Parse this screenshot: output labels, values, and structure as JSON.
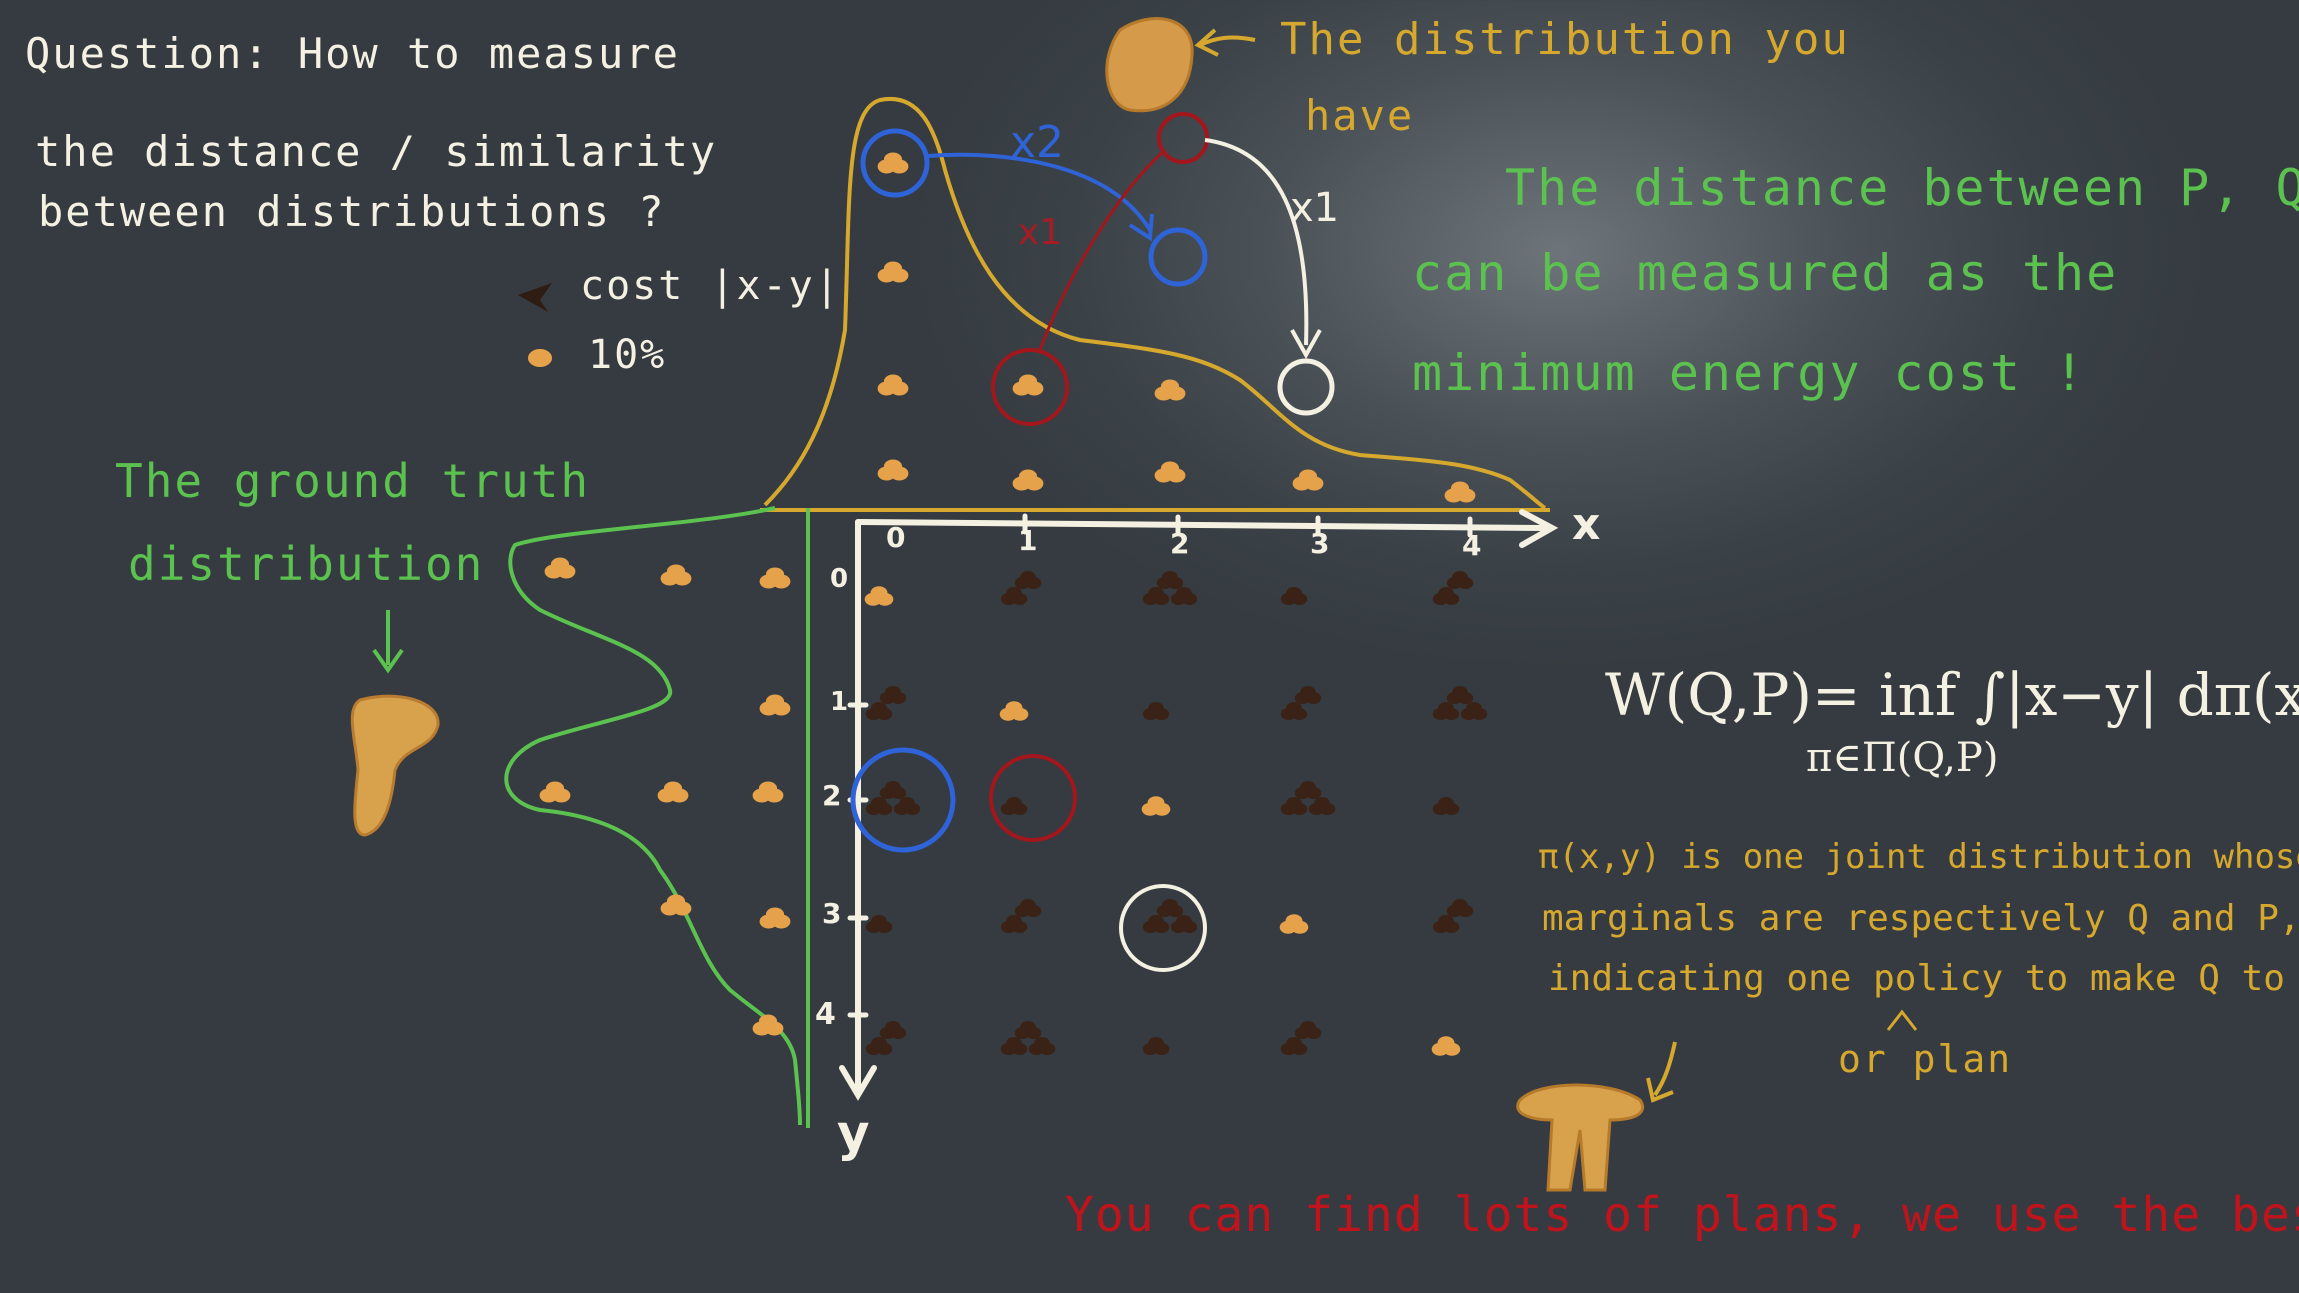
{
  "question_lines": [
    "Question: How to measure",
    "the distance / similarity",
    "between distributions ?"
  ],
  "legend": {
    "cost_label": "cost |x-y|",
    "unit_label": "10%"
  },
  "ground_truth_label_lines": [
    "The ground truth",
    "distribution"
  ],
  "have_label_lines": [
    "The distribution you",
    "have"
  ],
  "distance_note_lines": [
    "The distance between P, Q",
    "can be measured as the",
    "minimum energy cost !"
  ],
  "moves": {
    "blue": "x2",
    "red": "x1",
    "white": "x1"
  },
  "axes": {
    "x_label": "x",
    "y_label": "y",
    "x_ticks": [
      "0",
      "1",
      "2",
      "3",
      "4"
    ],
    "y_ticks": [
      "0",
      "1",
      "2",
      "3",
      "4"
    ]
  },
  "formula": {
    "main": "W(Q,P)= inf ∫|x−y| dπ(x,y)",
    "subscript": "π∈Π(Q,P)"
  },
  "pi_note_lines": [
    "π(x,y) is one joint distribution whose",
    "marginals are respectively Q and P,",
    "indicating one policy to make Q to P."
  ],
  "or_plan": "or plan",
  "footer": "You can find lots of plans, we use the best!",
  "colors": {
    "white": "#f4f0e2",
    "gold": "#d6a92e",
    "green": "#5cc24f",
    "red": "#c0141c",
    "blue": "#2f63d8",
    "chip": "#e6a24a",
    "clove": "#3a2216"
  }
}
